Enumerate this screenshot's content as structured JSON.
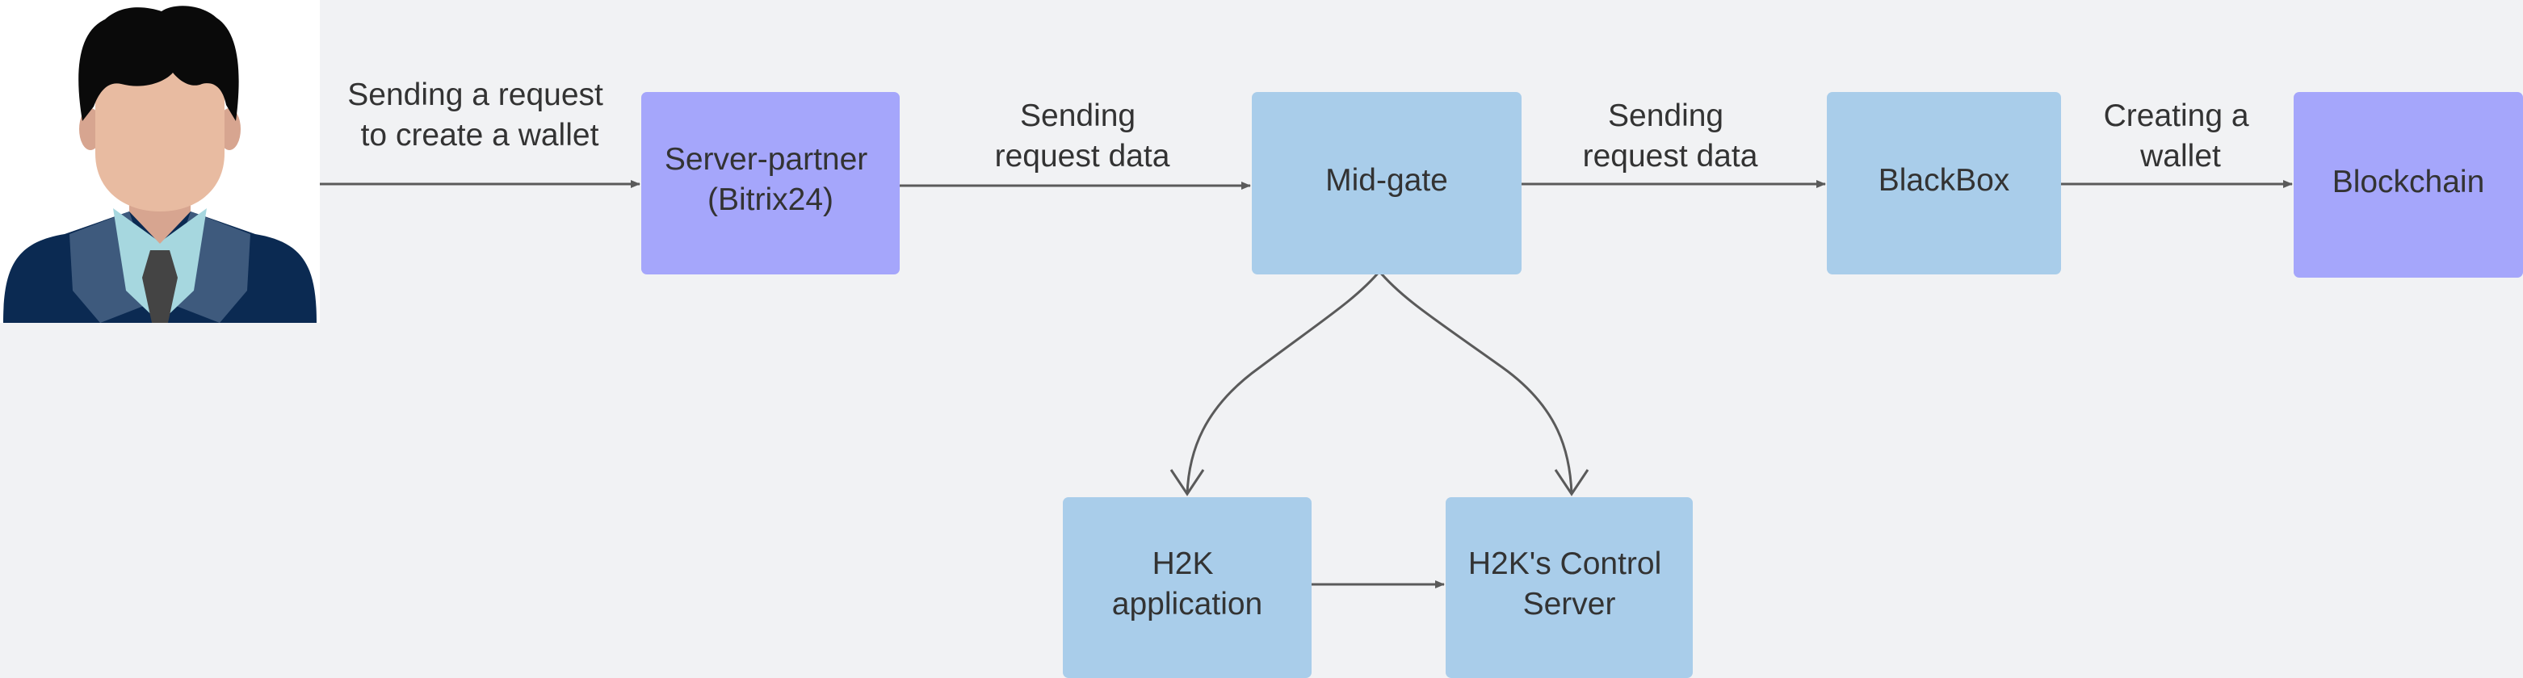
{
  "colors": {
    "background": "#f1f2f4",
    "accent_purple": "#a5a6fb",
    "accent_blue": "#a9cdea",
    "text": "#333333",
    "line": "#5a5a5a"
  },
  "user": {
    "icon": "businessman-avatar-icon"
  },
  "nodes": {
    "server_partner": {
      "line1": "Server-partner",
      "line2": "(Bitrix24)"
    },
    "mid_gate": {
      "line1": "Mid-gate"
    },
    "blackbox": {
      "line1": "BlackBox"
    },
    "blockchain": {
      "line1": "Blockchain"
    },
    "h2k_app": {
      "line1": "H2K",
      "line2": "application"
    },
    "h2k_control": {
      "line1": "H2K's Control",
      "line2": "Server"
    }
  },
  "edges": {
    "user_to_server": {
      "line1": "Sending a request",
      "line2": "to create a wallet"
    },
    "server_to_midgate": {
      "line1": "Sending",
      "line2": "request data"
    },
    "midgate_to_blackbox": {
      "line1": "Sending",
      "line2": "request data"
    },
    "blackbox_to_blockchain": {
      "line1": "Creating a",
      "line2": "wallet"
    }
  }
}
